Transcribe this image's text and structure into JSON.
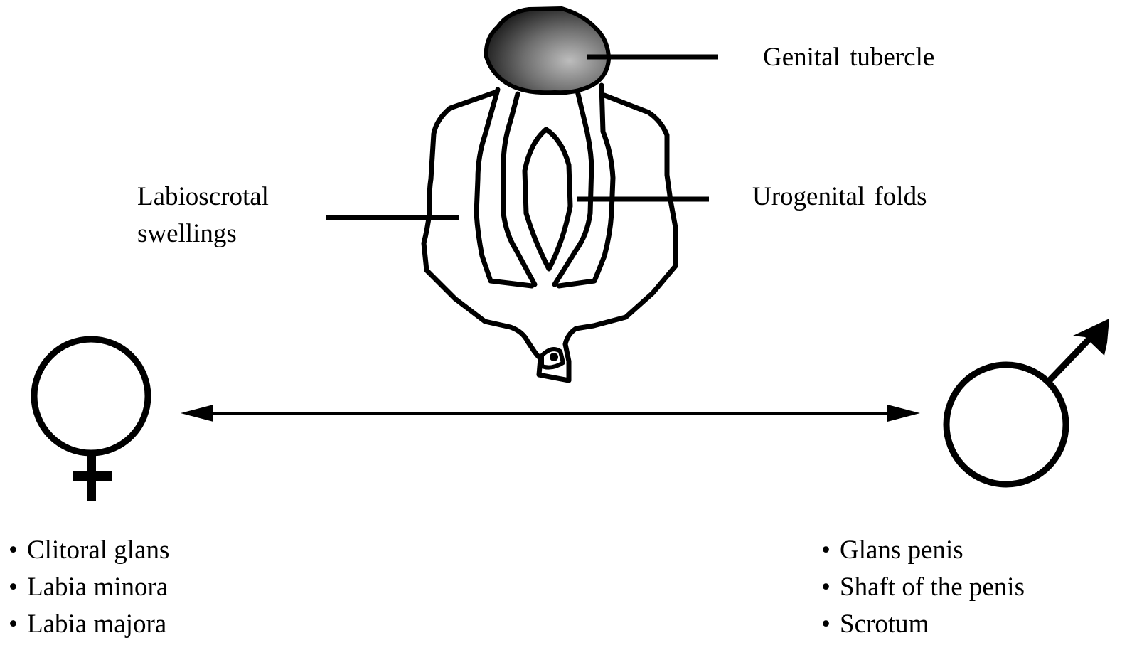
{
  "labels": {
    "genital_tubercle": "Genital tubercle",
    "labioscrotal_line1": "Labioscrotal",
    "labioscrotal_line2": "swellings",
    "urogenital_folds": "Urogenital folds"
  },
  "female_list": [
    "Clitoral glans",
    "Labia minora",
    "Labia majora"
  ],
  "male_list": [
    "Glans penis",
    "Shaft of the penis",
    "Scrotum"
  ],
  "icons": {
    "female": "female-symbol-icon",
    "male": "male-symbol-icon",
    "arrow": "double-headed-arrow"
  },
  "colors": {
    "ink": "#000000",
    "tubercle_fill": "#555555",
    "background": "#ffffff"
  }
}
